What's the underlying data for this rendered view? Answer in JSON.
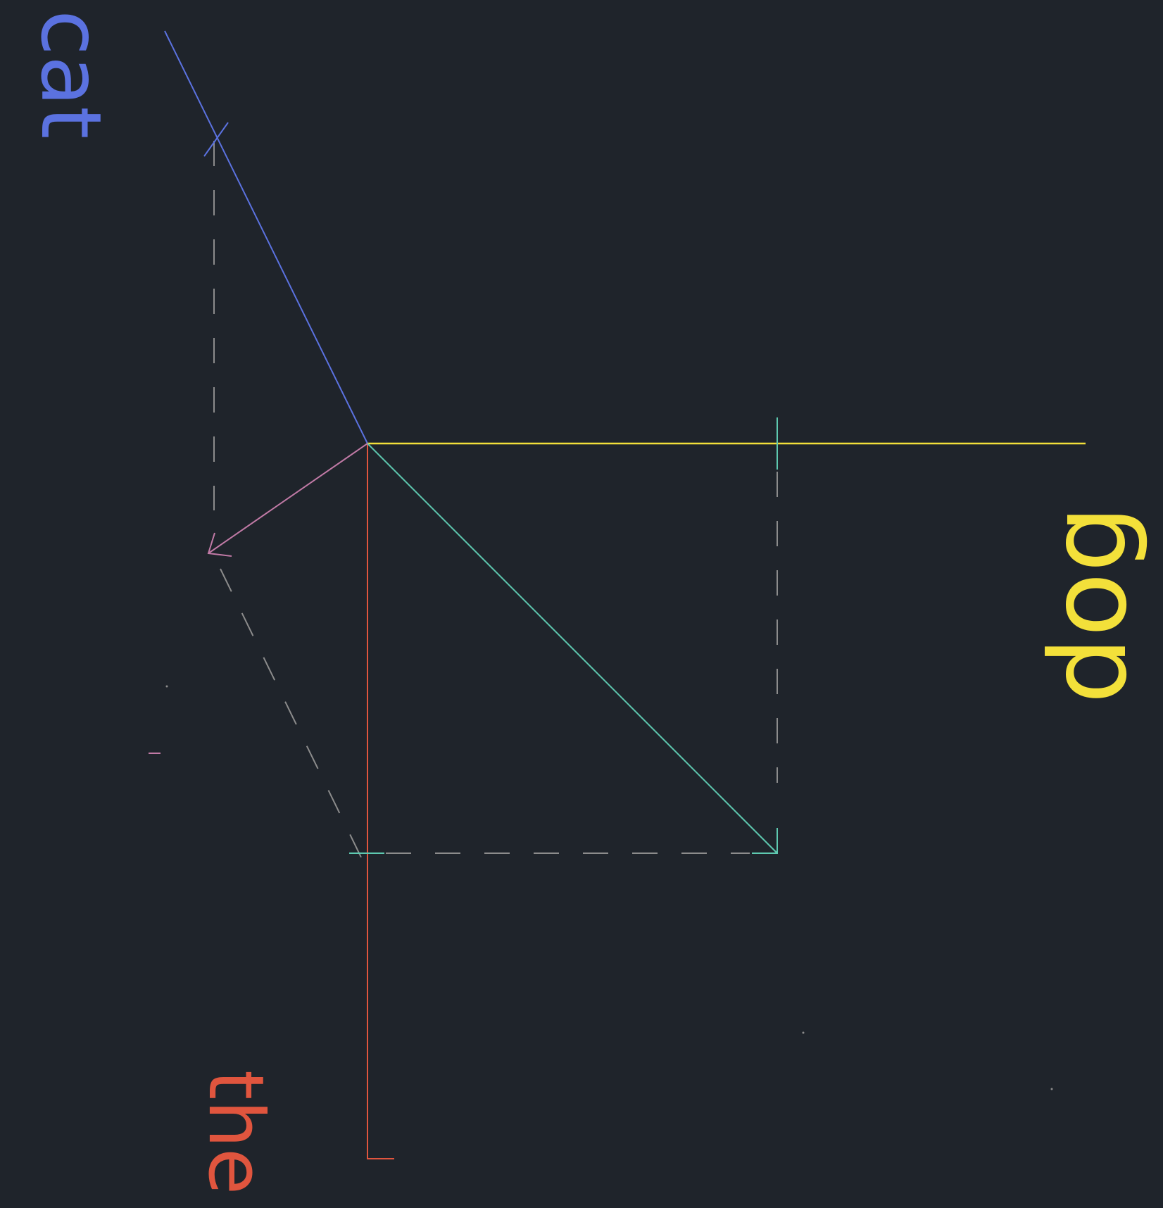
{
  "labels": {
    "cat": "cat",
    "dog": "dog",
    "the": "the"
  },
  "colors": {
    "background": "#1f242b",
    "cat": "#5b72e0",
    "dog": "#f3e03a",
    "the": "#e0553e",
    "sum": "#5ec9b0",
    "result": "#c17aa6",
    "guide": "#8c8c8c"
  }
}
